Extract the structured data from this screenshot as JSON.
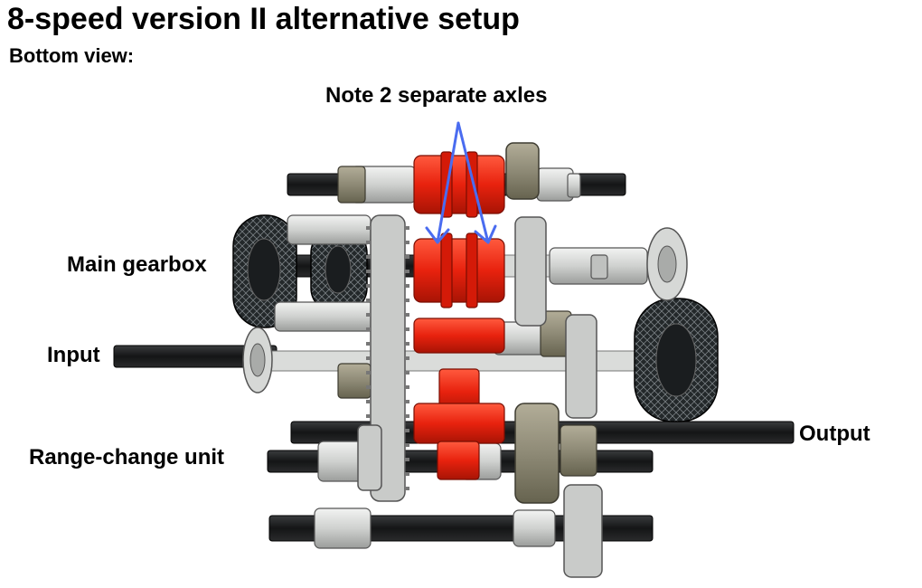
{
  "header": {
    "title": "8-speed version II alternative setup",
    "subtitle": "Bottom view:"
  },
  "labels": {
    "note": "Note 2 separate axles",
    "main_gearbox": "Main gearbox",
    "input": "Input",
    "range_change": "Range-change unit",
    "output": "Output"
  },
  "colors": {
    "axle": "#1c1c1c",
    "light_gray": "#d2d4d2",
    "dark_tan": "#8e8a76",
    "red": "#e8220e",
    "tire": "#202426",
    "arrow": "#4a6cf0"
  }
}
